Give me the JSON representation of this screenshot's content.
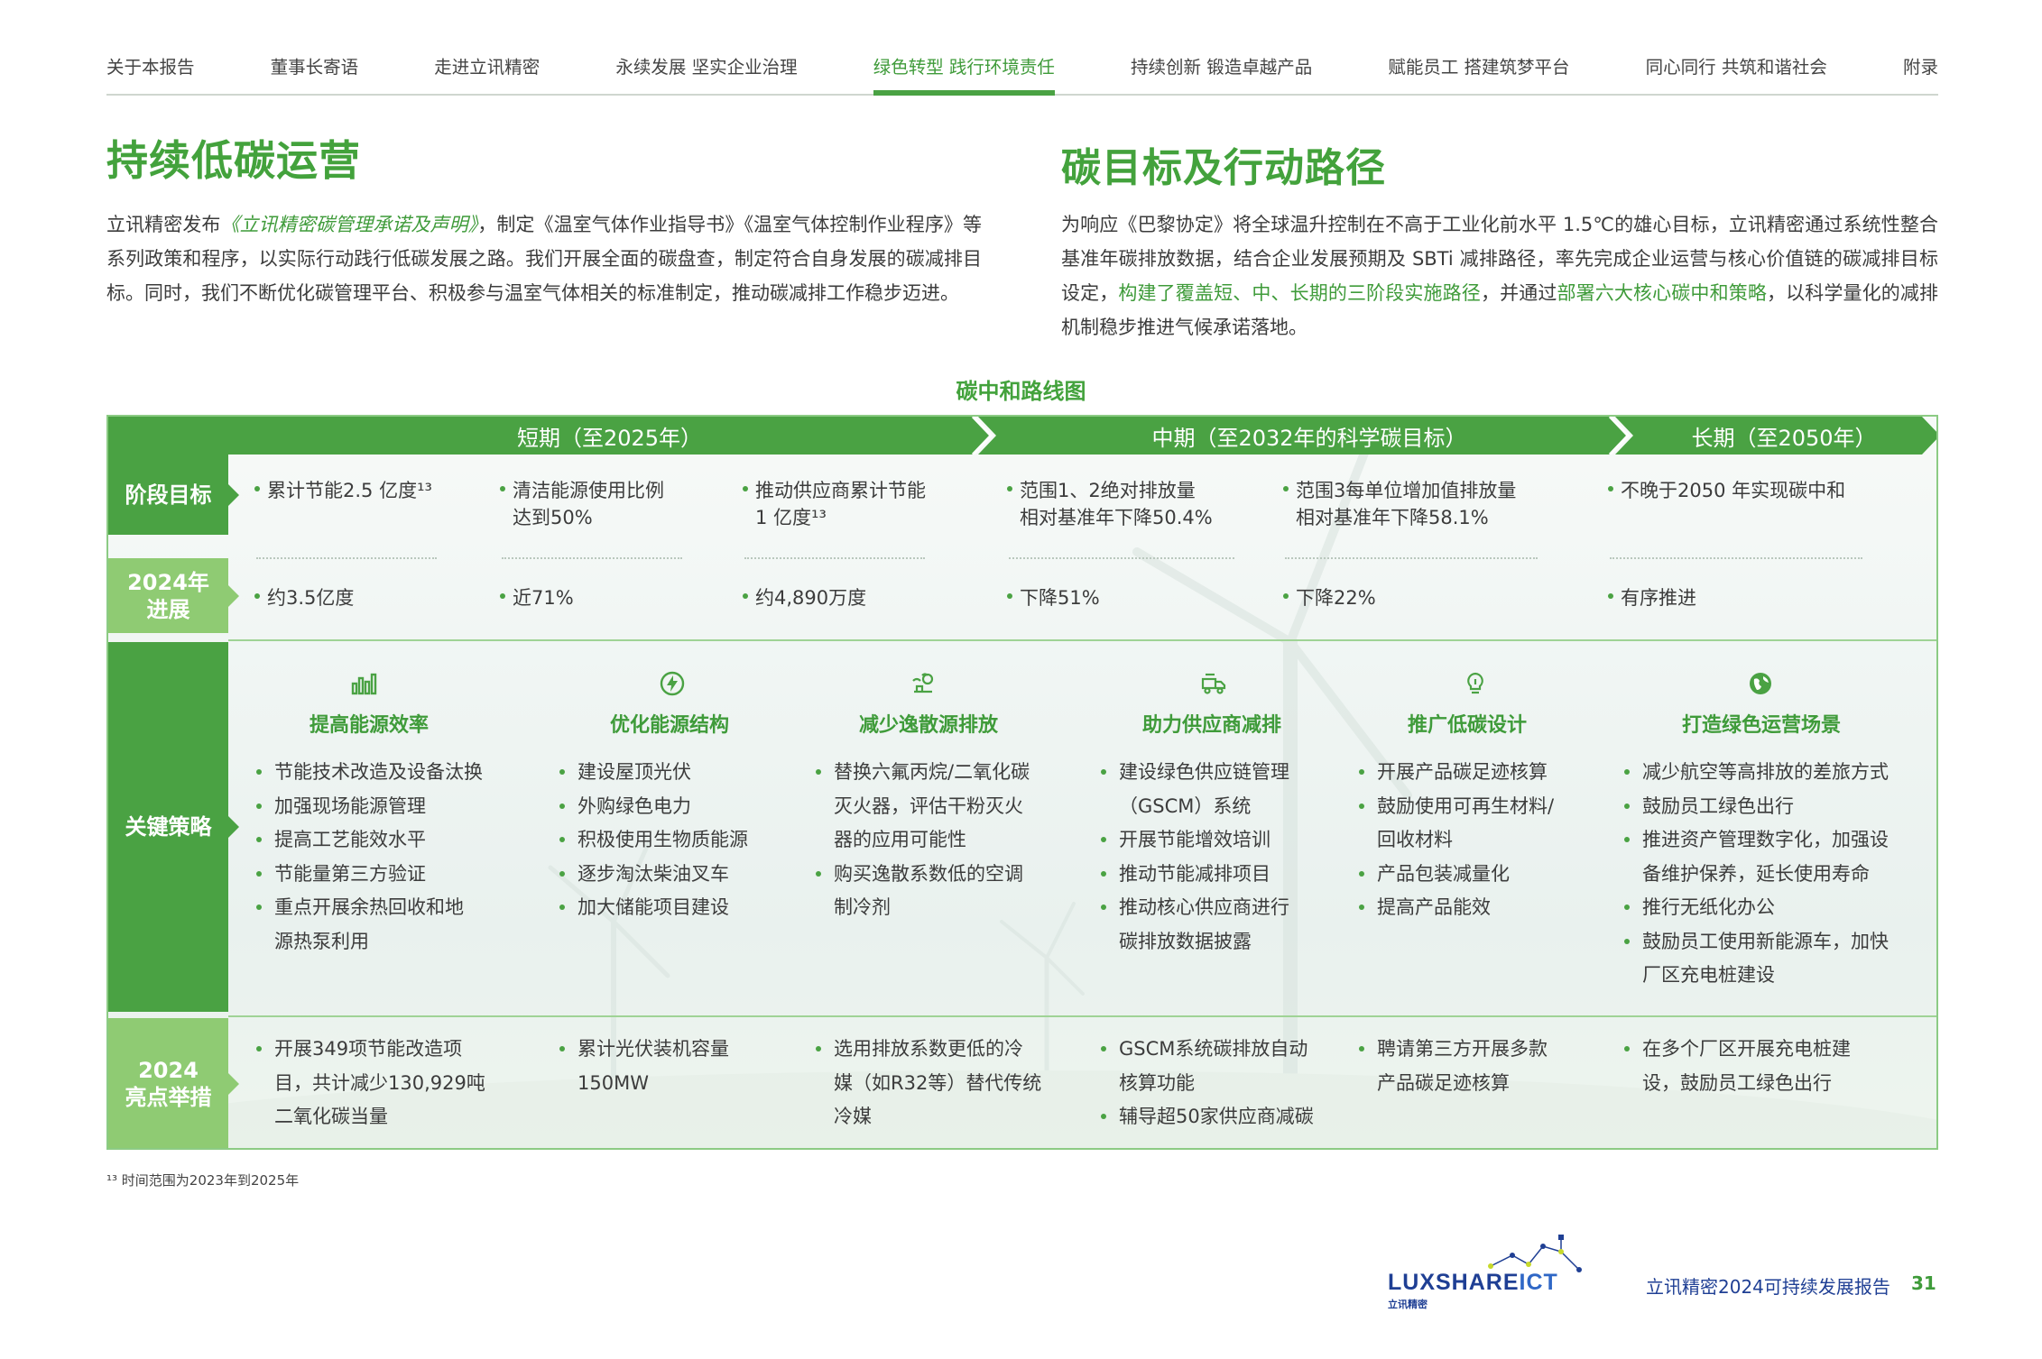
{
  "nav": {
    "tabs": [
      {
        "label": "关于本报告"
      },
      {
        "label": "董事长寄语"
      },
      {
        "label": "走进立讯精密"
      },
      {
        "label": "永续发展 坚实企业治理"
      },
      {
        "label": "绿色转型 践行环境责任"
      },
      {
        "label": "持续创新 锻造卓越产品"
      },
      {
        "label": "赋能员工 搭建筑梦平台"
      },
      {
        "label": "同心同行 共筑和谐社会"
      },
      {
        "label": "附录"
      }
    ],
    "active_index": 4
  },
  "left": {
    "title": "持续低碳运营",
    "para_pre": "立讯精密发布",
    "para_em": "《立讯精密碳管理承诺及声明》",
    "para_post": "，制定《温室气体作业指导书》《温室气体控制作业程序》等系列政策和程序，以实际行动践行低碳发展之路。我们开展全面的碳盘查，制定符合自身发展的碳减排目标。同时，我们不断优化碳管理平台、积极参与温室气体相关的标准制定，推动碳减排工作稳步迈进。"
  },
  "right": {
    "title": "碳目标及行动路径",
    "para_1": "为响应《巴黎协定》将全球温升控制在不高于工业化前水平 1.5℃的雄心目标，立讯精密通过系统性整合基准年碳排放数据，结合企业发展预期及 SBTi 减排路径，率先完成企业运营与核心价值链的碳减排目标设定，",
    "para_hl1": "构建了覆盖短、中、长期的三阶段实施路径",
    "para_2": "，并通过",
    "para_hl2": "部署六大核心碳中和策略",
    "para_3": "，以科学量化的减排机制稳步推进气候承诺落地。"
  },
  "roadmap": {
    "title": "碳中和路线图",
    "phases": [
      "短期（至2025年）",
      "中期（至2032年的科学碳目标）",
      "长期（至2050年）"
    ],
    "row_labels": {
      "goal": "阶段目标",
      "progress_line1": "2024年",
      "progress_line2": "进展",
      "strategy": "关键策略",
      "highlight_line1": "2024",
      "highlight_line2": "亮点举措"
    },
    "goals": [
      {
        "lines": [
          "累计节能2.5 亿度¹³"
        ]
      },
      {
        "lines": [
          "清洁能源使用比例",
          "达到50%"
        ]
      },
      {
        "lines": [
          "推动供应商累计节能",
          "1 亿度¹³"
        ]
      },
      {
        "lines": [
          "范围1、2绝对排放量",
          "相对基准年下降50.4%"
        ]
      },
      {
        "lines": [
          "范围3每单位增加值排放量",
          "相对基准年下降58.1%"
        ]
      },
      {
        "lines": [
          "不晚于2050 年实现碳中和"
        ]
      }
    ],
    "progress": [
      "约3.5亿度",
      "近71%",
      "约4,890万度",
      "下降51%",
      "下降22%",
      "有序推进"
    ],
    "strategies": [
      {
        "icon": "bar-chart-icon",
        "name": "提高能源效率",
        "items": [
          "节能技术改造及设备汰换",
          "加强现场能源管理",
          "提高工艺能效水平",
          "节能量第三方验证",
          "重点开展余热回收和地\n源热泵利用"
        ]
      },
      {
        "icon": "energy-bolt-icon",
        "name": "优化能源结构",
        "items": [
          "建设屋顶光伏",
          "外购绿色电力",
          "积极使用生物质能源",
          "逐步淘汰柴油叉车",
          "加大储能项目建设"
        ]
      },
      {
        "icon": "fugitive-emission-icon",
        "name": "减少逸散源排放",
        "items": [
          "替换六氟丙烷/二氧化碳\n灭火器，评估干粉灭火\n器的应用可能性",
          "购买逸散系数低的空调\n制冷剂"
        ]
      },
      {
        "icon": "supplier-truck-icon",
        "name": "助力供应商减排",
        "items": [
          "建设绿色供应链管理\n（GSCM）系统",
          "开展节能增效培训",
          "推动节能减排项目",
          "推动核心供应商进行\n碳排放数据披露"
        ]
      },
      {
        "icon": "lowcarbon-bulb-icon",
        "name": "推广低碳设计",
        "items": [
          "开展产品碳足迹核算",
          "鼓励使用可再生材料/\n回收材料",
          "产品包装减量化",
          "提高产品能效"
        ]
      },
      {
        "icon": "green-globe-icon",
        "name": "打造绿色运营场景",
        "items": [
          "减少航空等高排放的差旅方式",
          "鼓励员工绿色出行",
          "推进资产管理数字化，加强设\n备维护保养，延长使用寿命",
          "推行无纸化办公",
          "鼓励员工使用新能源车，加快\n厂区充电桩建设"
        ]
      }
    ],
    "highlights": [
      [
        "开展349项节能改造项\n目，共计减少130,929吨\n二氧化碳当量"
      ],
      [
        "累计光伏装机容量\n150MW"
      ],
      [
        "选用排放系数更低的冷\n媒（如R32等）替代传统\n冷媒"
      ],
      [
        "GSCM系统碳排放自动\n核算功能",
        "辅导超50家供应商减碳"
      ],
      [
        "聘请第三方开展多款\n产品碳足迹核算"
      ],
      [
        "在多个厂区开展充电桩建\n设，鼓励员工绿色出行"
      ]
    ]
  },
  "footnote": "¹³ 时间范围为2023年到2025年",
  "footer": {
    "logo_main": "LUXSHARE",
    "logo_ict": "ICT",
    "logo_sub": "立讯精密",
    "report": "立讯精密2024可持续发展报告",
    "page": "31"
  },
  "colors": {
    "accent": "#4aa243",
    "accent_light": "#8fcb73",
    "brand_blue": "#1f3f94"
  }
}
